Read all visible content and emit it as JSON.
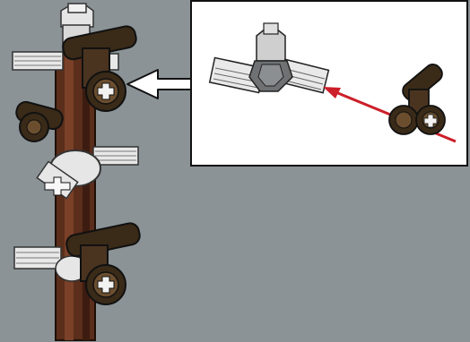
{
  "colors": {
    "background": "#8b9396",
    "pole": "#5a2e1b",
    "pole_shade": "#3c1c10",
    "clip": "#3a2a18",
    "clip_light": "#6b4e2e",
    "connector_gray": "#6f7173",
    "connector_light": "#e7e7e7",
    "inset_background": "#ffffff",
    "assembly_arrow": "#cc1f2a",
    "callout_arrow": "#ffffff"
  },
  "icons": {
    "left_panel": [
      "pole",
      "clip",
      "connector",
      "axle"
    ],
    "inset": [
      "connector",
      "clip",
      "arrow"
    ]
  }
}
